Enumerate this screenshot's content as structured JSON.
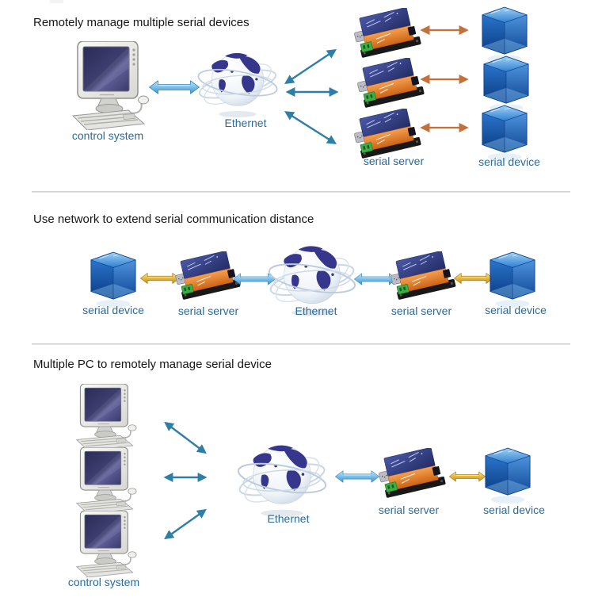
{
  "sections": [
    {
      "title": "Remotely manage multiple serial devices",
      "labels": {
        "control_system": "control system",
        "ethernet": "Ethernet",
        "serial_server": "serial server",
        "serial_device": "serial device"
      }
    },
    {
      "title": "Use network to extend serial communication distance",
      "labels": {
        "serial_device_left": "serial device",
        "serial_server_left": "serial server",
        "ethernet": "Ethernet",
        "serial_server_right": "serial server",
        "serial_device_right": "serial device"
      }
    },
    {
      "title": "Multiple PC to remotely manage serial device",
      "labels": {
        "control_system": "control system",
        "ethernet": "Ethernet",
        "serial_server": "serial server",
        "serial_device": "serial device"
      }
    }
  ],
  "colors": {
    "title_text": "#161616",
    "label_text": "#2a6a9c",
    "divider": "#c7c7c7",
    "arrow_teal": "#2e7fa8",
    "arrow_orange": "#c4703a",
    "arrow_blue": "#64aede",
    "arrow_gold": "#ddab2e",
    "server_blue": "#36428c",
    "server_orange": "#e07c2c",
    "cube_blue": "#1a5cb0",
    "globe_continent": "#36368c"
  }
}
